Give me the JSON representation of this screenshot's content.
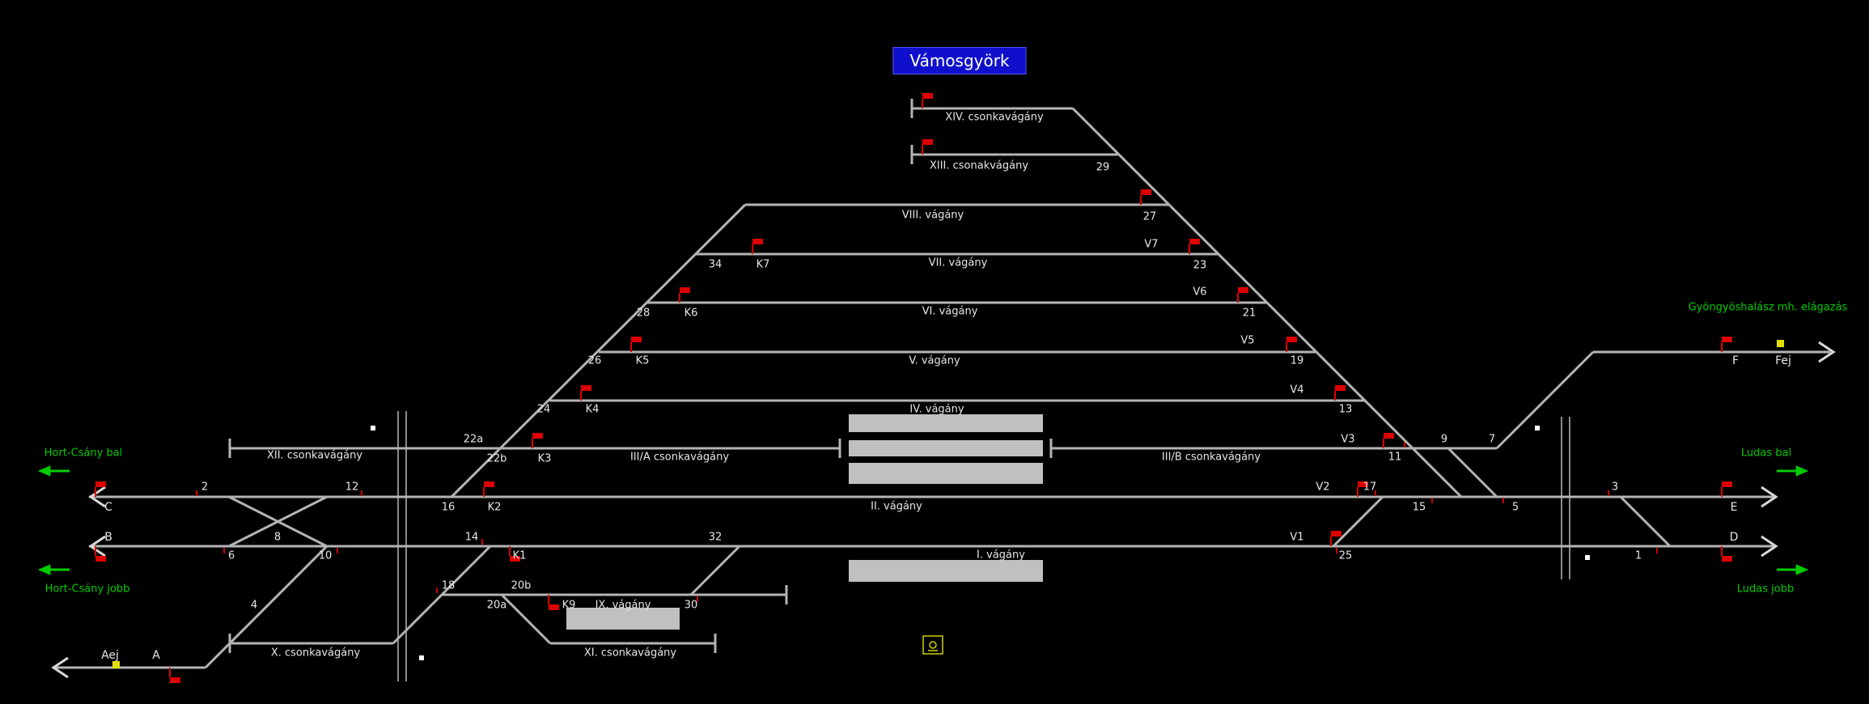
{
  "title": "Vámosgyörk",
  "colors": {
    "background": "#000000",
    "track": "#b4b4b4",
    "signal_red": "#dd0000",
    "signal_yellow": "#e0e000",
    "approach_green": "#00cc00",
    "title_bg": "#1010cc",
    "platform": "#c0c0c0"
  },
  "approaches": {
    "hort_csany_bal": "Hort-Csány bal",
    "hort_csany_jobb": "Hort-Csány jobb",
    "ludas_bal": "Ludas bal",
    "ludas_jobb": "Ludas jobb",
    "gyongyoshalasz": "Gyöngyöshalász mh. elágazás"
  },
  "tracks": {
    "xiv": "XIV. csonkavágány",
    "xiii": "XIII. csonakvágány",
    "viii": "VIII. vágány",
    "vii": "VII. vágány",
    "vi": "VI. vágány",
    "v": "V. vágány",
    "iv": "IV. vágány",
    "iii_a": "III/A csonkavágány",
    "iii_b": "III/B csonkavágány",
    "xii": "XII. csonkavágány",
    "ii": "II. vágány",
    "i": "I. vágány",
    "ix": "IX. vágány",
    "x": "X. csonkavágány",
    "xi": "XI. csonkavágány"
  },
  "switches": {
    "s1": "1",
    "s2": "2",
    "s3": "3",
    "s4": "4",
    "s5": "5",
    "s6": "6",
    "s7": "7",
    "s8": "8",
    "s9": "9",
    "s10": "10",
    "s11": "11",
    "s12": "12",
    "s13": "13",
    "s14": "14",
    "s15": "15",
    "s16": "16",
    "s17": "17",
    "s18": "18",
    "s19": "19",
    "s20a": "20a",
    "s20b": "20b",
    "s21": "21",
    "s22a": "22a",
    "s22b": "22b",
    "s23": "23",
    "s24": "24",
    "s25": "25",
    "s26": "26",
    "s27": "27",
    "s28": "28",
    "s29": "29",
    "s30": "30",
    "s32": "32",
    "s34": "34"
  },
  "signals": {
    "k1": "K1",
    "k2": "K2",
    "k3": "K3",
    "k4": "K4",
    "k5": "K5",
    "k6": "K6",
    "k7": "K7",
    "k9": "K9",
    "v1": "V1",
    "v2": "V2",
    "v3": "V3",
    "v4": "V4",
    "v5": "V5",
    "v6": "V6",
    "v7": "V7",
    "a": "A",
    "aej": "Aej",
    "b": "B",
    "c": "C",
    "d": "D",
    "e": "E",
    "f": "F",
    "fej": "Fej"
  }
}
